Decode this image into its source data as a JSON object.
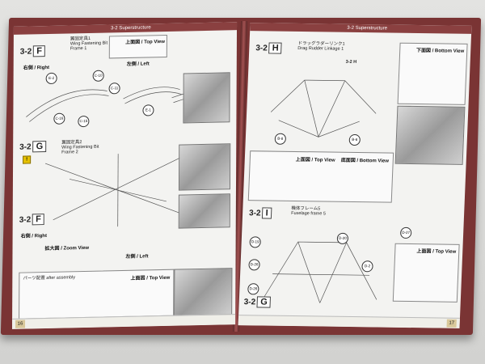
{
  "left_page": {
    "page_number": "16",
    "steps": [
      {
        "id": "3-2",
        "letter": "F",
        "subtitle_jp": "翼固定具1",
        "subtitle_en": "Wing Fastening Bit Frame 1"
      },
      {
        "id": "3-2",
        "letter": "G",
        "subtitle_jp": "翼固定具2",
        "subtitle_en": "Wing Fastening Bit Frame 2"
      },
      {
        "id": "3-2",
        "letter": "F"
      }
    ],
    "views": {
      "right": "右側 / Right",
      "left": "左側 / Left",
      "top_view": "上面図 / Top View",
      "zoom_view": "拡大図 / Zoom View",
      "right_small": "右側 / Right",
      "left_small": "左側 / Left"
    },
    "parts": [
      "E-2",
      "C-10",
      "C-11",
      "E-1",
      "C-16",
      "C-15"
    ],
    "notes": {
      "after_assembly": "パーツ配置 after assembly"
    }
  },
  "right_page": {
    "page_number": "17",
    "steps": [
      {
        "id": "3-2",
        "letter": "H",
        "subtitle_jp": "ドラッグラダーリンク1",
        "subtitle_en": "Drag Rudder Linkage 1"
      },
      {
        "id": "3-2",
        "letter": "I",
        "subtitle_jp": "機体フレーム5",
        "subtitle_en": "Fuselage frame 5"
      },
      {
        "id": "3-2",
        "letter": "G"
      }
    ],
    "views": {
      "bottom_view": "下面図 / Bottom View",
      "top_view": "上面図 / Top View",
      "bottom_view_2": "底面図 / Bottom View",
      "top_view_2": "上面図 / Top View"
    },
    "parts": [
      "B-8",
      "B-8",
      "D-19",
      "D-20",
      "D-27",
      "D-26",
      "D-26",
      "D-2"
    ],
    "tag_3_2_h": "3-2 H"
  },
  "header_title": "3-2 Superstructure"
}
